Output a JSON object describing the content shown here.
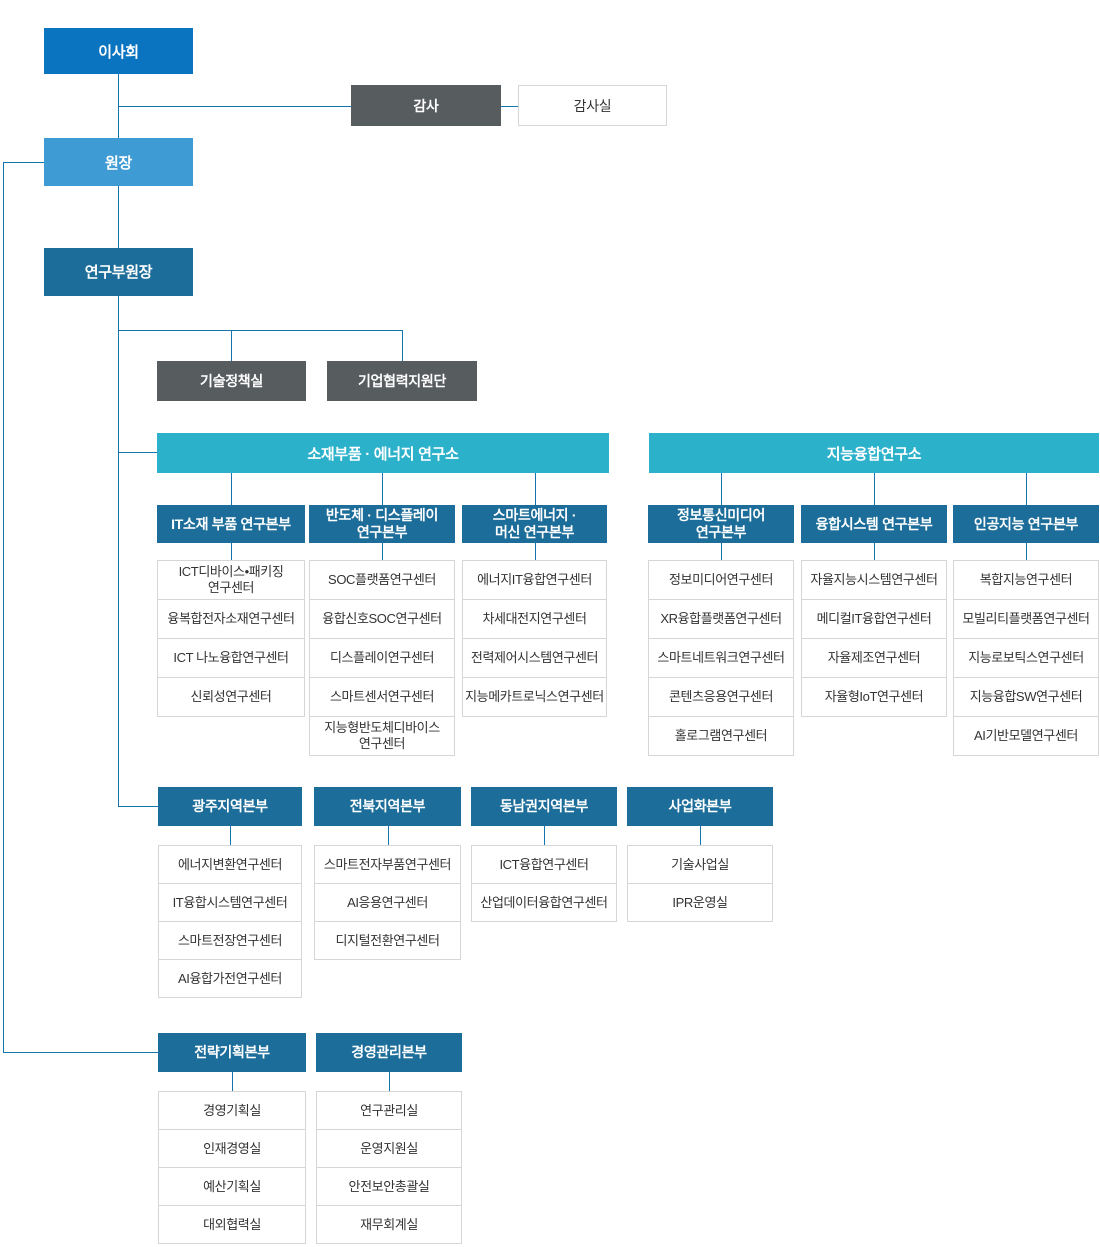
{
  "palette": {
    "board_blue": "#0a74c0",
    "president_blue": "#3e9bd3",
    "header_blue": "#1c6d9a",
    "institute_cyan": "#2cb1cb",
    "staff_gray": "#575c5f",
    "line_blue": "#1474ae",
    "box_border": "#d6d6d6",
    "box_text": "#333333"
  },
  "top": {
    "board": "이사회",
    "auditor": "감사",
    "audit_office": "감사실",
    "president": "원장",
    "vice_president": "연구부원장",
    "policy_office": "기술정책실",
    "corp_support": "기업협력지원단"
  },
  "institutes": [
    {
      "name": "소재부품 · 에너지 연구소",
      "divisions": [
        {
          "name": "IT소재 부품 연구본부",
          "centers": [
            "ICT디바이스•패키징\n연구센터",
            "융복합전자소재연구센터",
            "ICT 나노융합연구센터",
            "신뢰성연구센터"
          ]
        },
        {
          "name": "반도체 · 디스플레이\n연구본부",
          "centers": [
            "SOC플랫폼연구센터",
            "융합신호SOC연구센터",
            "디스플레이연구센터",
            "스마트센서연구센터",
            "지능형반도체디바이스\n연구센터"
          ]
        },
        {
          "name": "스마트에너지 ·\n머신 연구본부",
          "centers": [
            "에너지IT융합연구센터",
            "차세대전지연구센터",
            "전력제어시스템연구센터",
            "지능메카트로닉스연구센터"
          ]
        }
      ]
    },
    {
      "name": "지능융합연구소",
      "divisions": [
        {
          "name": "정보통신미디어\n연구본부",
          "centers": [
            "정보미디어연구센터",
            "XR융합플랫폼연구센터",
            "스마트네트워크연구센터",
            "콘텐츠응용연구센터",
            "홀로그램연구센터"
          ]
        },
        {
          "name": "융합시스템 연구본부",
          "centers": [
            "자율지능시스템연구센터",
            "메디컬IT융합연구센터",
            "자율제조연구센터",
            "자율형IoT연구센터"
          ]
        },
        {
          "name": "인공지능 연구본부",
          "centers": [
            "복합지능연구센터",
            "모빌리티플랫폼연구센터",
            "지능로보틱스연구센터",
            "지능융합SW연구센터",
            "AI기반모델연구센터"
          ]
        }
      ]
    }
  ],
  "regional": [
    {
      "name": "광주지역본부",
      "centers": [
        "에너지변환연구센터",
        "IT융합시스템연구센터",
        "스마트전장연구센터",
        "AI융합가전연구센터"
      ]
    },
    {
      "name": "전북지역본부",
      "centers": [
        "스마트전자부품연구센터",
        "AI응용연구센터",
        "디지털전환연구센터"
      ]
    },
    {
      "name": "동남권지역본부",
      "centers": [
        "ICT융합연구센터",
        "산업데이터융합연구센터"
      ]
    },
    {
      "name": "사업화본부",
      "centers": [
        "기술사업실",
        "IPR운영실"
      ]
    }
  ],
  "admin": [
    {
      "name": "전략기획본부",
      "centers": [
        "경영기획실",
        "인재경영실",
        "예산기획실",
        "대외협력실"
      ]
    },
    {
      "name": "경영관리본부",
      "centers": [
        "연구관리실",
        "운영지원실",
        "안전보안총괄실",
        "재무회계실"
      ]
    }
  ]
}
